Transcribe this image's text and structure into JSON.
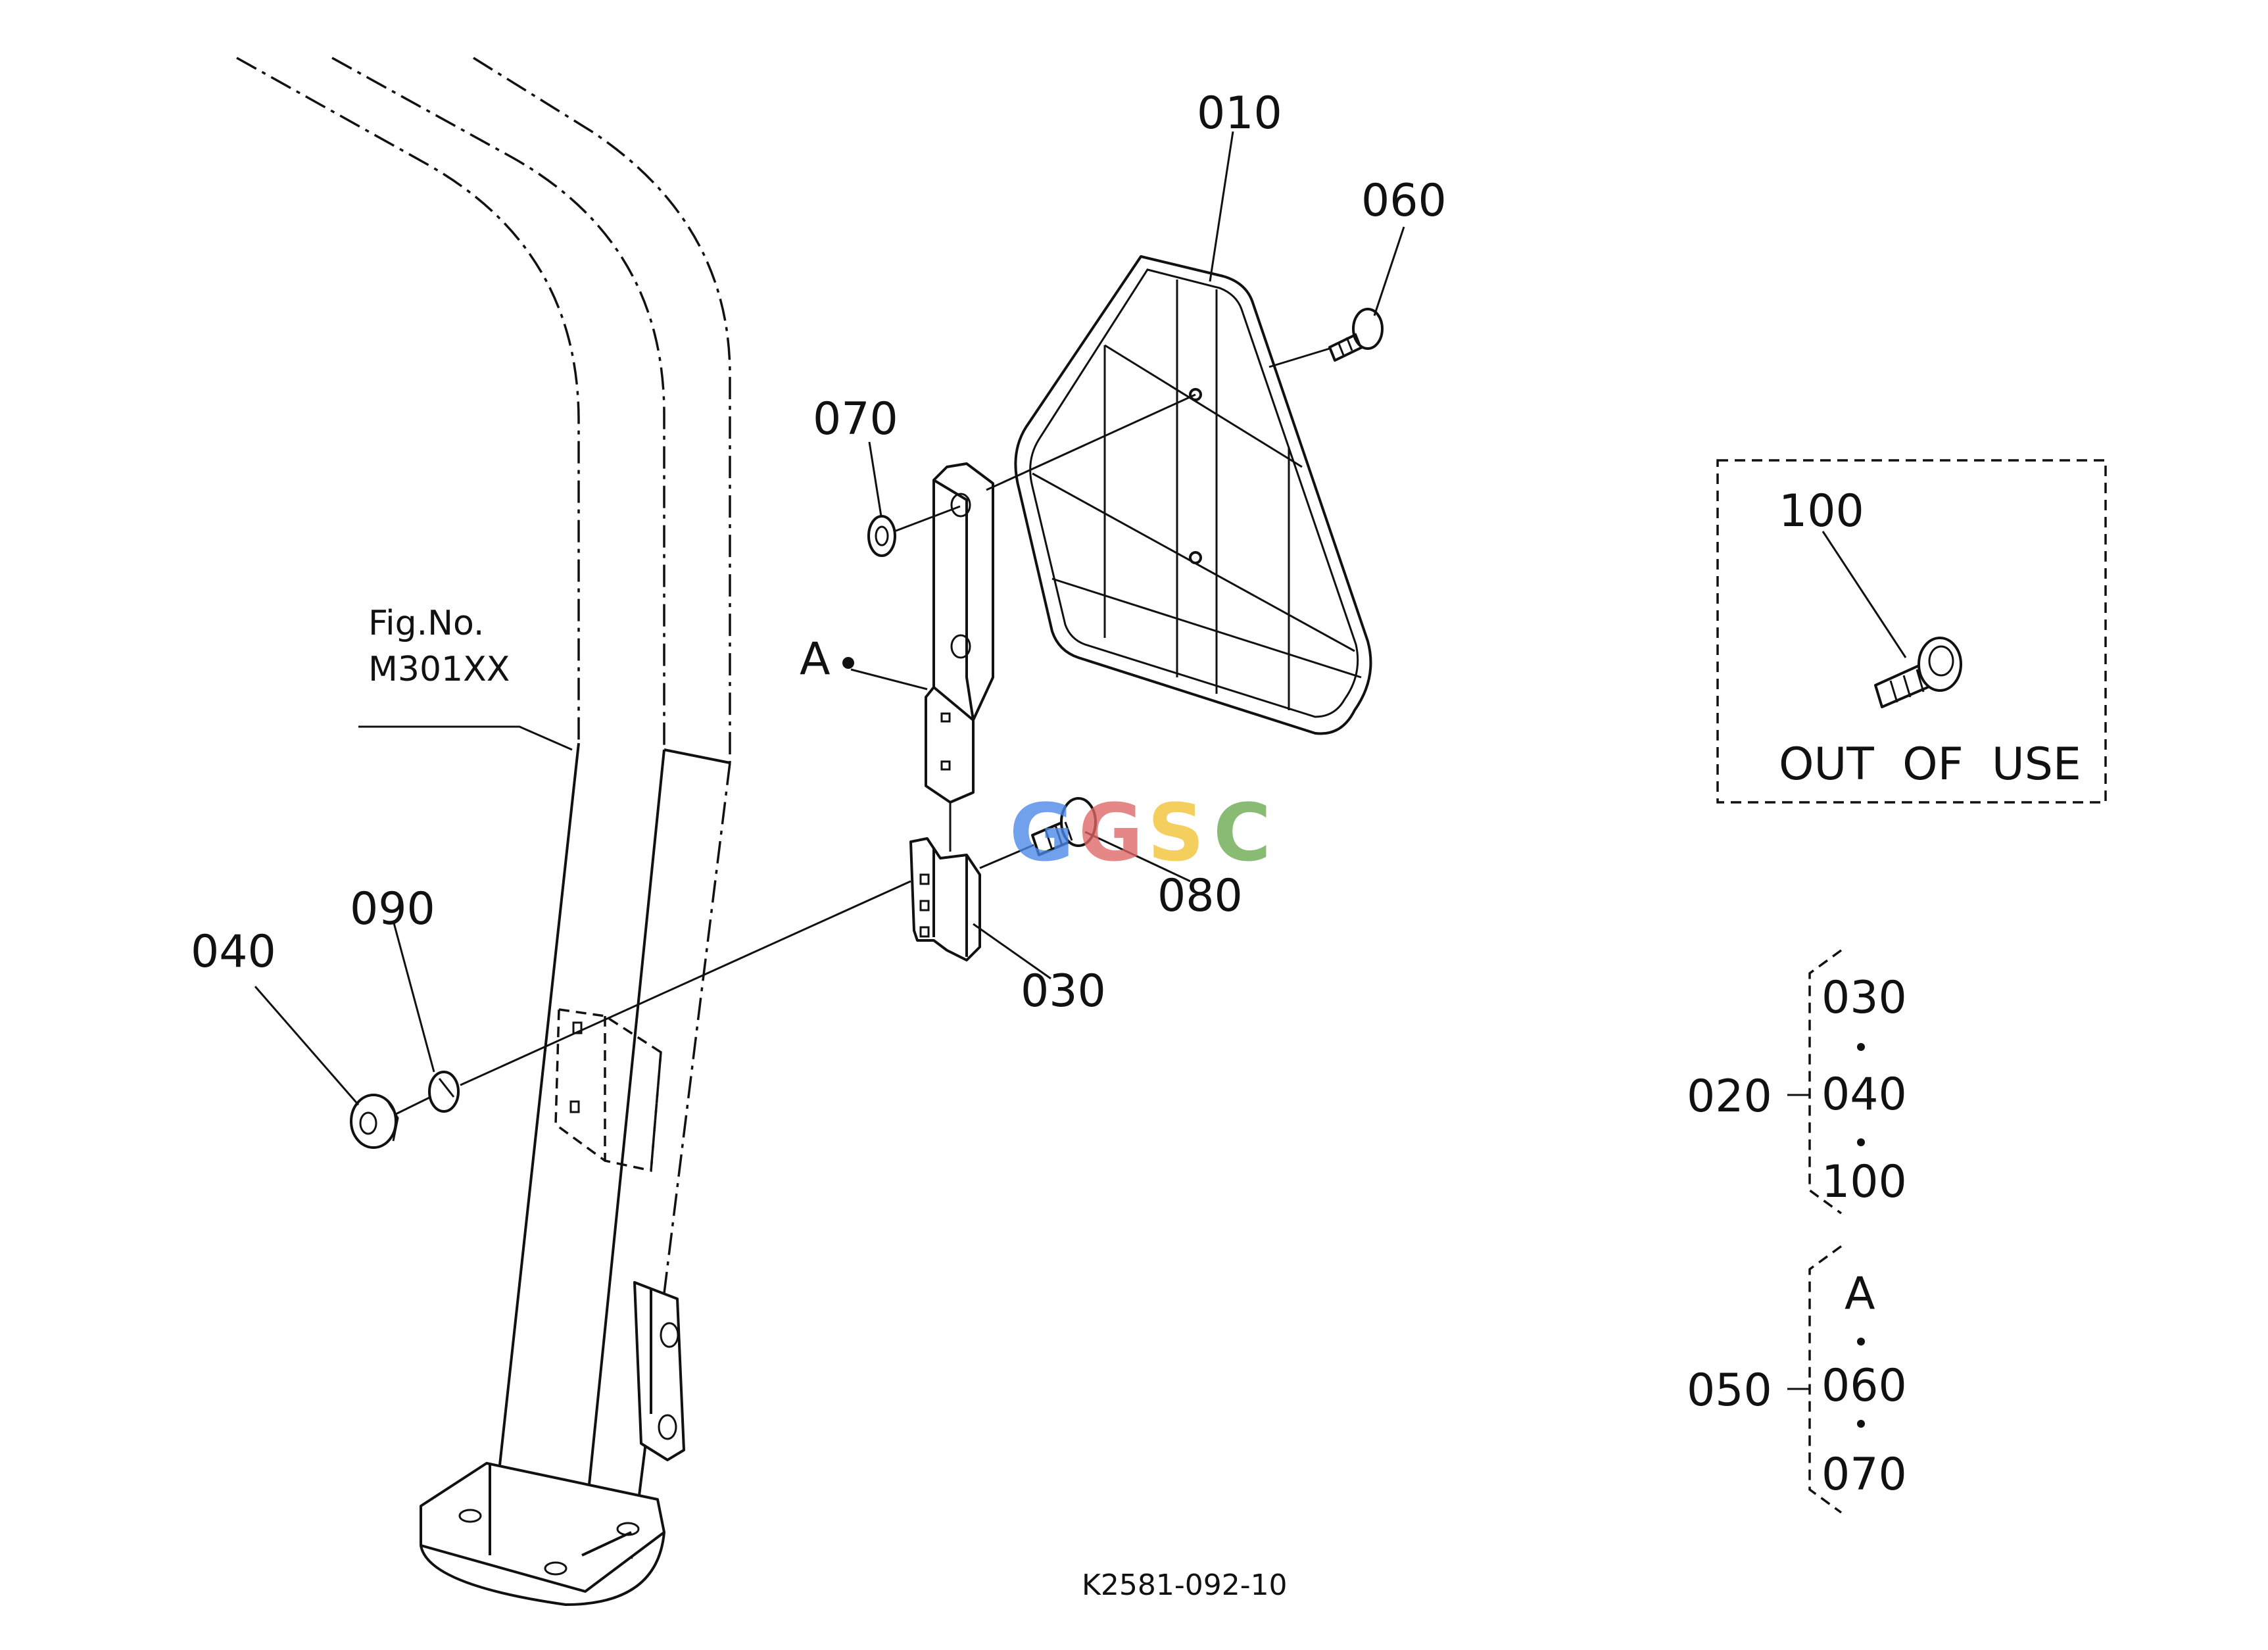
{
  "diagram": {
    "callouts": {
      "c010": "010",
      "c060": "060",
      "c070": "070",
      "cA": "A",
      "c080": "080",
      "c030": "030",
      "c090": "090",
      "c040": "040",
      "c100": "100"
    },
    "reference": {
      "fig_label": "Fig.No.",
      "fig_number": "M301XX"
    },
    "notice": "OUT  OF  USE",
    "assemblies": [
      {
        "id": "020",
        "members": [
          "030",
          "040",
          "100"
        ]
      },
      {
        "id": "050",
        "members": [
          "A",
          "060",
          "070"
        ]
      }
    ],
    "watermark": {
      "letters": [
        "G",
        "G",
        "S",
        "C"
      ],
      "colors": [
        "#4a86e8",
        "#e06666",
        "#f1c232",
        "#6aa84f"
      ]
    },
    "drawing_code": "K2581-092-10"
  }
}
